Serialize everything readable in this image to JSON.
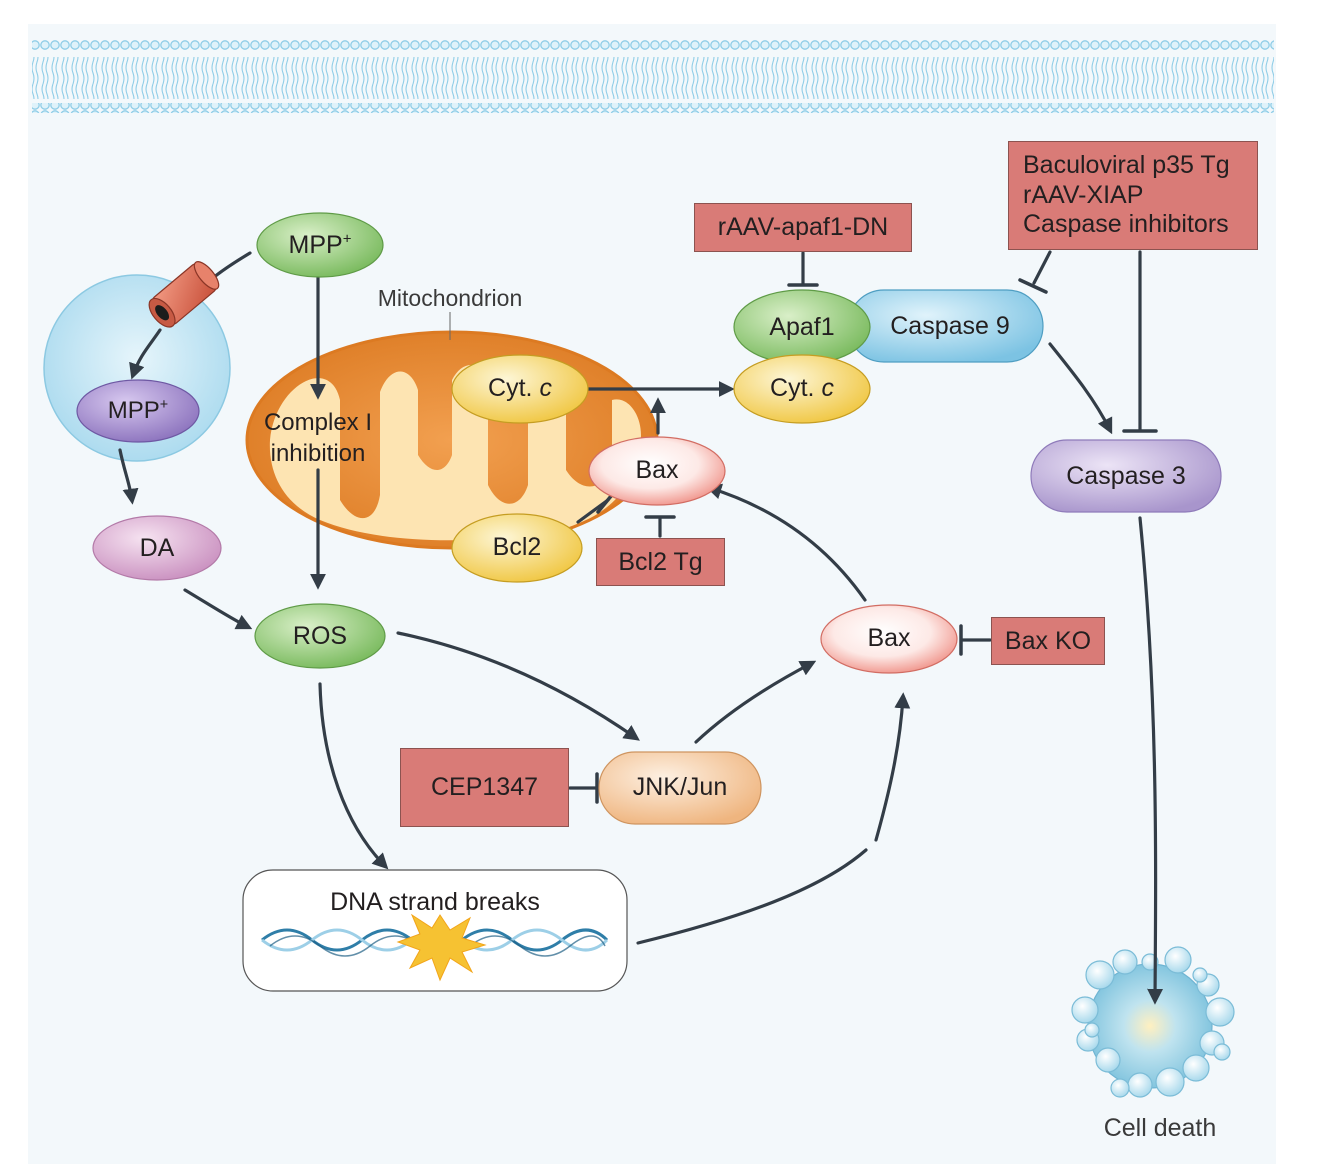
{
  "nodes": {
    "mpp_outer": {
      "text": "MPP",
      "sup": "+"
    },
    "mpp_inner": {
      "text": "MPP",
      "sup": "+"
    },
    "mitochondrion_label": "Mitochondrion",
    "complex_line1": "Complex I",
    "complex_line2": "inhibition",
    "cytc_mito": {
      "text": "Cyt. ",
      "italic": "c"
    },
    "bax_mito": "Bax",
    "bcl2": "Bcl2",
    "da": "DA",
    "ros": "ROS",
    "apaf1": "Apaf1",
    "cytc_apop": {
      "text": "Cyt. ",
      "italic": "c"
    },
    "caspase9": "Caspase 9",
    "caspase3": "Caspase 3",
    "bax_mid": "Bax",
    "jnk": "JNK/Jun",
    "dna": "DNA strand breaks",
    "cell_death": "Cell death"
  },
  "inhibitors": {
    "apaf1_dn": "rAAV-apaf1-DN",
    "caspase_box": [
      "Baculoviral p35 Tg",
      "rAAV-XIAP",
      "Caspase inhibitors"
    ],
    "bcl2_tg": "Bcl2 Tg",
    "bax_ko": "Bax KO",
    "cep1347": "CEP1347"
  },
  "colors": {
    "background": "#f3f8fb",
    "membrane": "#a3d6ec",
    "green": "#87c46c",
    "purple": "#b7a6d4",
    "pink": "#d9a6cf",
    "yellow": "#f4d35e",
    "blue": "#8fcce6",
    "peach": "#f4c193",
    "red_ellipse": "#f2a49c",
    "inhibitor_box": "#d97b77",
    "arrow": "#333d47",
    "mitochondrion": "#e9872e"
  }
}
